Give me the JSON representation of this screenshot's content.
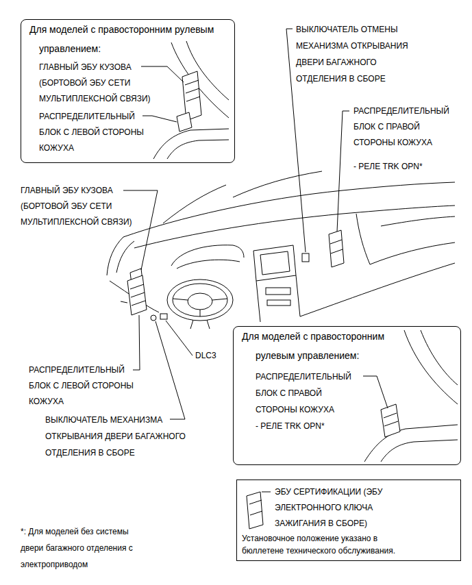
{
  "diagram": {
    "nodes": [
      {
        "text": [
          "Для моделей с правосторонним рулевым управлением:",
          "ГЛАВНЫЙ ЭБУ КУЗОВА (БОРТОВОЙ ЭБУ СЕТИ МУЛЬТИПЛЕКСНОЙ СВЯЗИ)",
          "РАСПРЕДЕЛИТЕЛЬНЫЙ БЛОК С ЛЕВОЙ СТОРОНЫ КОЖУХА"
        ]
      },
      {
        "text": [
          "Для моделей с правосторонним рулевым управлением:",
          "РАСПРЕДЕЛИТЕЛЬНЫЙ БЛОК С ПРАВОЙ СТОРОНЫ КОЖУХА",
          "- РЕЛЕ TRK OPN*"
        ]
      },
      {
        "text": [
          "ЭБУ СЕРТИФИКАЦИИ (ЭБУ ЭЛЕКТРОННОГО КЛЮЧА ЗАЖИГАНИЯ В СБОРЕ)",
          "Установочное положение указано в бюллетене технического обслуживания."
        ]
      }
    ],
    "labels": [
      "ВЫКЛЮЧАТЕЛЬ ОТМЕНЫ МЕХАНИЗМА ОТКРЫВАНИЯ ДВЕРИ БАГАЖНОГО ОТДЕЛЕНИЯ В СБОРЕ",
      "РАСПРЕДЕЛИТЕЛЬНЫЙ БЛОК С ПРАВОЙ СТОРОНЫ КОЖУХА",
      "- РЕЛЕ TRK OPN*",
      "ГЛАВНЫЙ ЭБУ КУЗОВА (БОРТОВОЙ ЭБУ СЕТИ МУЛЬТИПЛЕКСНОЙ СВЯЗИ)",
      "DLC3",
      "РАСПРЕДЕЛИТЕЛЬНЫЙ БЛОК С ЛЕВОЙ СТОРОНЫ КОЖУХА",
      "ВЫКЛЮЧАТЕЛЬ МЕХАНИЗМА ОТКРЫВАНИЯ ДВЕРИ БАГАЖНОГО ОТДЕЛЕНИЯ В СБОРЕ",
      "*: Для моделей без системы двери багажного отделения с электроприводом"
    ]
  }
}
